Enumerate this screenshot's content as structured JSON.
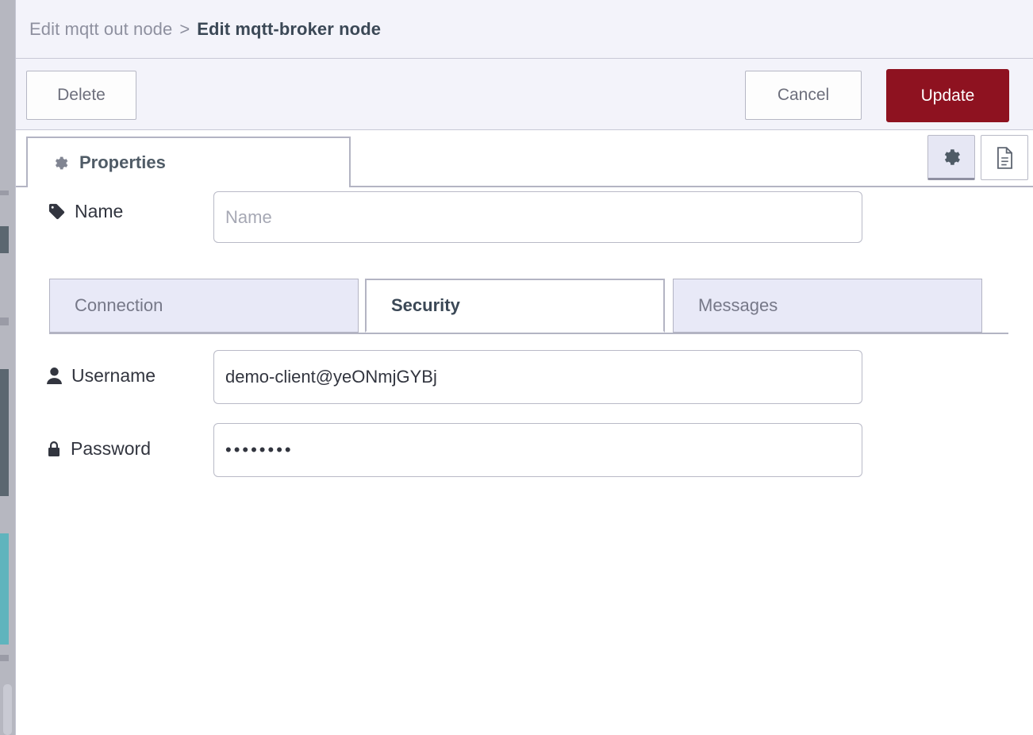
{
  "breadcrumb": {
    "parent": "Edit mqtt out node",
    "separator": ">",
    "current": "Edit mqtt-broker node"
  },
  "actions": {
    "delete_label": "Delete",
    "cancel_label": "Cancel",
    "update_label": "Update"
  },
  "tabs": {
    "properties_label": "Properties",
    "gear_icon": "gear-icon",
    "sidebar_gear_icon": "gear-icon",
    "sidebar_doc_icon": "document-icon"
  },
  "form": {
    "name": {
      "label": "Name",
      "icon": "tag-icon",
      "value": "",
      "placeholder": "Name"
    },
    "username": {
      "label": "Username",
      "icon": "user-icon",
      "value": "demo-client@yeONmjGYBj",
      "placeholder": ""
    },
    "password": {
      "label": "Password",
      "icon": "lock-icon",
      "value": "••••••••",
      "placeholder": ""
    }
  },
  "subtabs": [
    {
      "label": "Connection",
      "active": false
    },
    {
      "label": "Security",
      "active": true
    },
    {
      "label": "Messages",
      "active": false
    }
  ],
  "colors": {
    "update_button": "#8e1220",
    "header_background": "#f3f3fa",
    "inactive_tab": "#e8e9f7",
    "border": "#b3b4c3",
    "text_dark": "#3b4856",
    "text_muted": "#8e909f"
  }
}
